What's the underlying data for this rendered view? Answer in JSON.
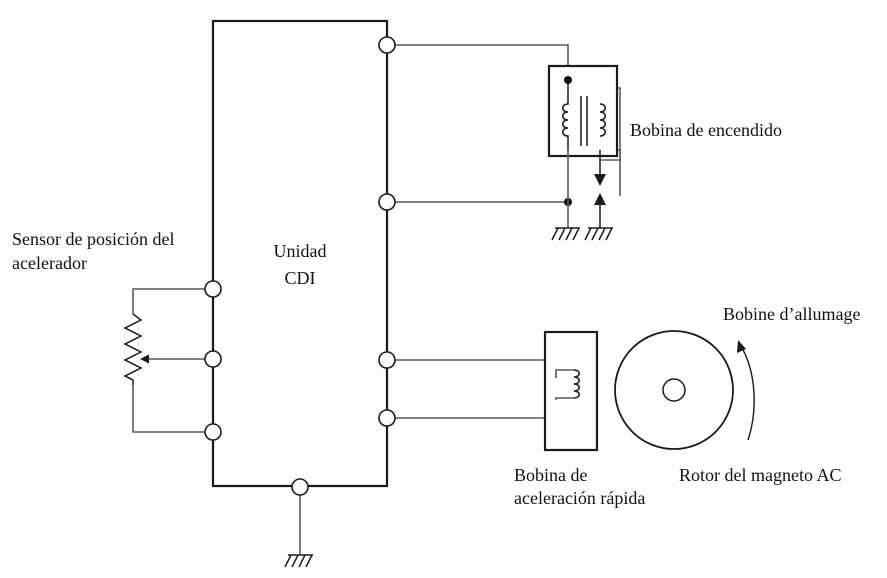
{
  "labels": {
    "cdi_unit_line1": "Unidad",
    "cdi_unit_line2": "CDI",
    "ignition_coil": "Bobina de encendido",
    "throttle_sensor_line1": "Sensor de posición del",
    "throttle_sensor_line2": "acelerador",
    "ignition_coil_fr": "Bobine d’allumage",
    "accel_coil_line1": "Bobina de",
    "accel_coil_line2": "aceleración rápida",
    "ac_magneto_rotor": "Rotor del magneto AC"
  },
  "colors": {
    "line": "#1a1a1a",
    "wire": "#5a5a5a",
    "background": "#ffffff"
  }
}
